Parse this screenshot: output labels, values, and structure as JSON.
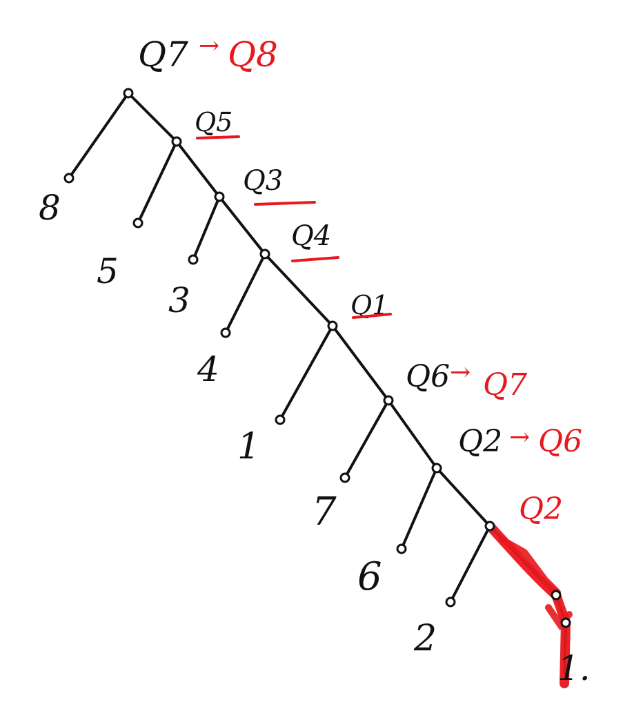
{
  "diagram": {
    "colors": {
      "ink": "#111111",
      "annotation": "#e8181e"
    },
    "internal_labels": [
      {
        "id": "n0",
        "text": "Q7",
        "rewrite": "Q8",
        "underlined": false
      },
      {
        "id": "n1",
        "text": "Q5",
        "rewrite": "",
        "underlined": true
      },
      {
        "id": "n2",
        "text": "Q3",
        "rewrite": "",
        "underlined": true
      },
      {
        "id": "n3",
        "text": "Q4",
        "rewrite": "",
        "underlined": true
      },
      {
        "id": "n4",
        "text": "Q1",
        "rewrite": "",
        "underlined": true
      },
      {
        "id": "n5",
        "text": "Q6",
        "rewrite": "Q7",
        "underlined": false
      },
      {
        "id": "n6",
        "text": "Q2",
        "rewrite": "Q6",
        "underlined": false
      },
      {
        "id": "n7",
        "text": "",
        "rewrite": "Q2",
        "underlined": false
      }
    ],
    "leaf_labels": [
      {
        "id": "l0",
        "text": "8"
      },
      {
        "id": "l1",
        "text": "5"
      },
      {
        "id": "l2",
        "text": "3"
      },
      {
        "id": "l3",
        "text": "4"
      },
      {
        "id": "l4",
        "text": "1"
      },
      {
        "id": "l5",
        "text": "7"
      },
      {
        "id": "l6",
        "text": "6"
      },
      {
        "id": "l7",
        "text": "2"
      },
      {
        "id": "l8",
        "text": "1."
      }
    ],
    "arrow_glyph": "→",
    "highlighted_branch": "n7-l8"
  }
}
